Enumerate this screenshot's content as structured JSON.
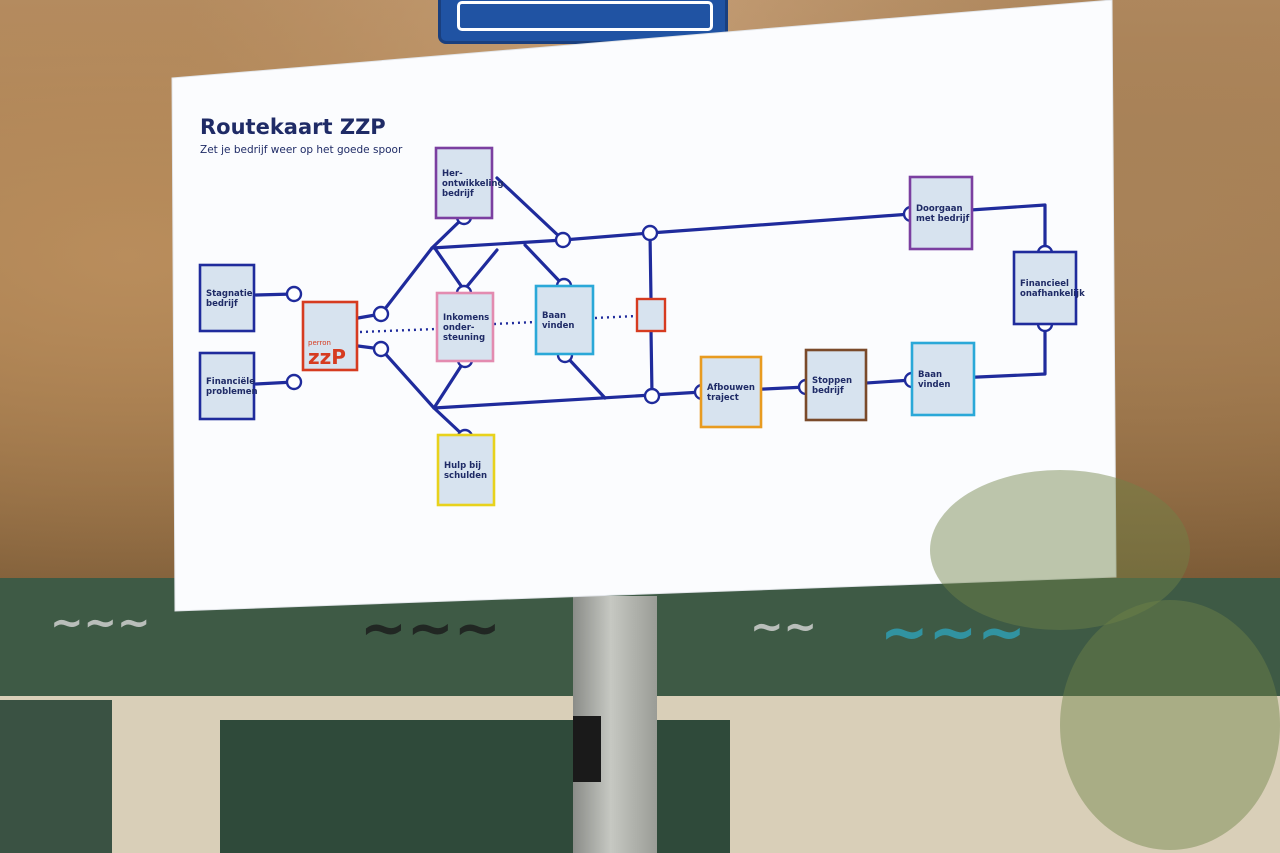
{
  "board": {
    "title": "Routekaart ZZP",
    "subtitle": "Zet je bedrijf weer op het goede spoor"
  },
  "stations": [
    {
      "key": "stagnatie",
      "lines": [
        "Stagnatie",
        "bedrijf"
      ],
      "color": "#1f2b9c"
    },
    {
      "key": "financiele",
      "lines": [
        "Financiële",
        "problemen"
      ],
      "color": "#1f2b9c"
    },
    {
      "key": "herontwikkeling",
      "lines": [
        "Her-",
        "ontwikkeling",
        "bedrijf"
      ],
      "color": "#7b3fa0"
    },
    {
      "key": "inkomens",
      "lines": [
        "Inkomens",
        "onder-",
        "steuning"
      ],
      "color": "#e38bb0"
    },
    {
      "key": "baan1",
      "lines": [
        "Baan",
        "vinden"
      ],
      "color": "#2aa8d8"
    },
    {
      "key": "hulp",
      "lines": [
        "Hulp bij",
        "schulden"
      ],
      "color": "#e8d21c"
    },
    {
      "key": "doorgaan",
      "lines": [
        "Doorgaan",
        "met bedrijf"
      ],
      "color": "#7b3fa0"
    },
    {
      "key": "financieel",
      "lines": [
        "Financieel",
        "onafhankelijk"
      ],
      "color": "#1f2b9c"
    },
    {
      "key": "afbouwen",
      "lines": [
        "Afbouwen",
        "traject"
      ],
      "color": "#e89b20"
    },
    {
      "key": "stoppen",
      "lines": [
        "Stoppen",
        "bedrijf"
      ],
      "color": "#7a4a2a"
    },
    {
      "key": "baan2",
      "lines": [
        "Baan",
        "vinden"
      ],
      "color": "#2aa8d8"
    }
  ],
  "hub": {
    "small": "perron",
    "big": "zzP",
    "color": "#d63b20"
  },
  "colors": {
    "line": "#1f2b9c",
    "board": "#ffffff",
    "box_fill": "#d7e3ef"
  }
}
